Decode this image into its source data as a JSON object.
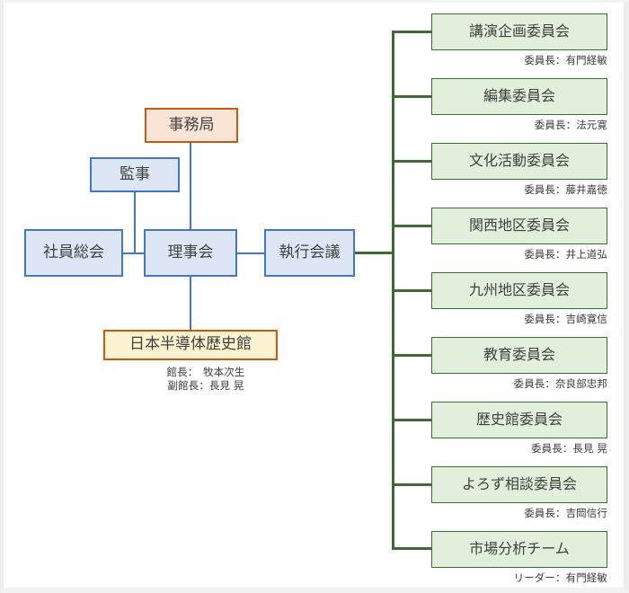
{
  "diagram": {
    "title": "organization-chart",
    "colors": {
      "blue_fill": "#dce6f4",
      "blue_border": "#4477c0",
      "orange_border": "#c35a11",
      "orange_head_fill": "#fbe4d5",
      "orange_museum_fill": "#fdf2cf",
      "green_fill": "#e2efda",
      "green_border": "#3d6b35",
      "text": "#404040"
    }
  },
  "governance": {
    "secretariat": "事務局",
    "auditor": "監事",
    "general_meeting": "社員総会",
    "board_of_directors": "理事会",
    "executive_meeting": "執行会議",
    "museum": "日本半導体歴史館",
    "museum_caption_line1": "館長：　牧本次生",
    "museum_caption_line2": "副館長：長見 晃"
  },
  "committees": [
    {
      "name": "講演企画委員会",
      "caption": "委員長：有門経敏"
    },
    {
      "name": "編集委員会",
      "caption": "委員長：法元寛"
    },
    {
      "name": "文化活動委員会",
      "caption": "委員長：藤井嘉徳"
    },
    {
      "name": "関西地区委員会",
      "caption": "委員長：井上道弘"
    },
    {
      "name": "九州地区委員会",
      "caption": "委員長：吉崎寛信"
    },
    {
      "name": "教育委員会",
      "caption": "委員長：奈良部忠邦"
    },
    {
      "name": "歴史館委員会",
      "caption": "委員長：長見 晃"
    },
    {
      "name": "よろず相談委員会",
      "caption": "委員長：吉岡信行"
    },
    {
      "name": "市場分析チーム",
      "caption": "リーダー：有門経敏"
    }
  ]
}
